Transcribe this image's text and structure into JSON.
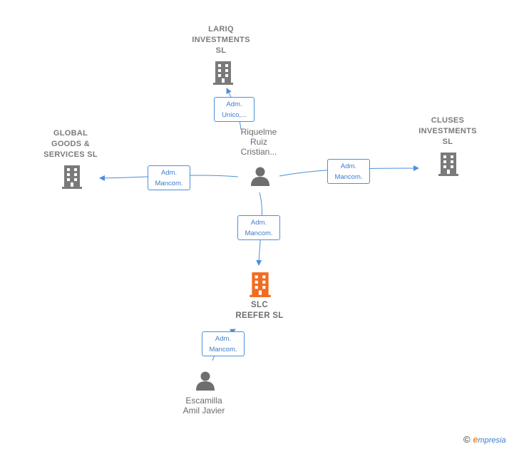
{
  "colors": {
    "company": "#7a7a7a",
    "focus_company": "#f26b21",
    "person": "#7a7a7a",
    "edge": "#4a90d9"
  },
  "nodes": {
    "lariq": {
      "lines": [
        "LARIQ",
        "INVESTMENTS",
        "SL"
      ],
      "icon": "building-icon"
    },
    "global": {
      "lines": [
        "GLOBAL",
        "GOODS &",
        "SERVICES SL"
      ],
      "icon": "building-icon"
    },
    "cluses": {
      "lines": [
        "CLUSES",
        "INVESTMENTS",
        "SL"
      ],
      "icon": "building-icon"
    },
    "slc": {
      "lines": [
        "SLC",
        "REEFER SL"
      ],
      "icon": "building-icon"
    },
    "riquelme": {
      "lines": [
        "Riquelme",
        "Ruiz",
        "Cristian..."
      ],
      "icon": "person-icon"
    },
    "escamilla": {
      "lines": [
        "Escamilla",
        "Amil Javier"
      ],
      "icon": "person-icon"
    }
  },
  "edges": {
    "to_lariq": [
      "Adm.",
      "Unico,..."
    ],
    "to_global": [
      "Adm.",
      "Mancom."
    ],
    "to_cluses": [
      "Adm.",
      "Mancom."
    ],
    "to_slc": [
      "Adm.",
      "Mancom."
    ],
    "escamilla_to_slc": [
      "Adm.",
      "Mancom."
    ]
  },
  "brand": {
    "copyright": "©",
    "e": "e",
    "rest": "mpresia"
  }
}
